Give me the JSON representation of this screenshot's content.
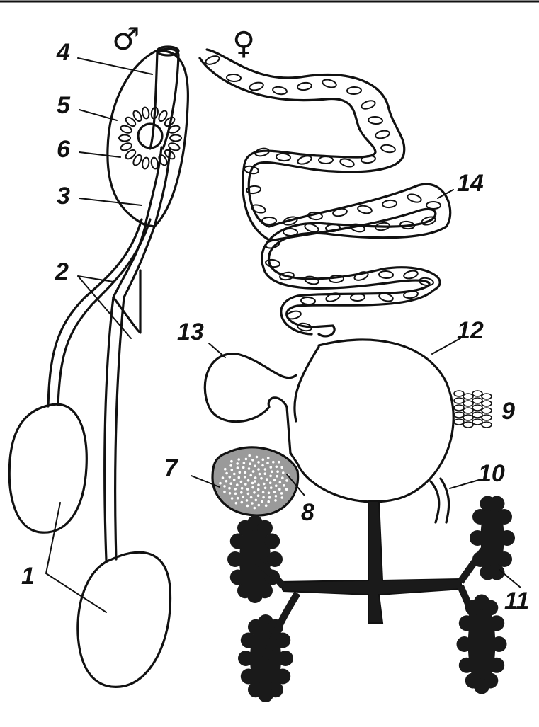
{
  "symbols": {
    "male": "♂",
    "female": "♀"
  },
  "labels": {
    "l1": "1",
    "l2": "2",
    "l3": "3",
    "l4": "4",
    "l5": "5",
    "l6": "6",
    "l7": "7",
    "l8": "8",
    "l9": "9",
    "l10": "10",
    "l11": "11",
    "l12": "12",
    "l13": "13",
    "l14": "14"
  }
}
